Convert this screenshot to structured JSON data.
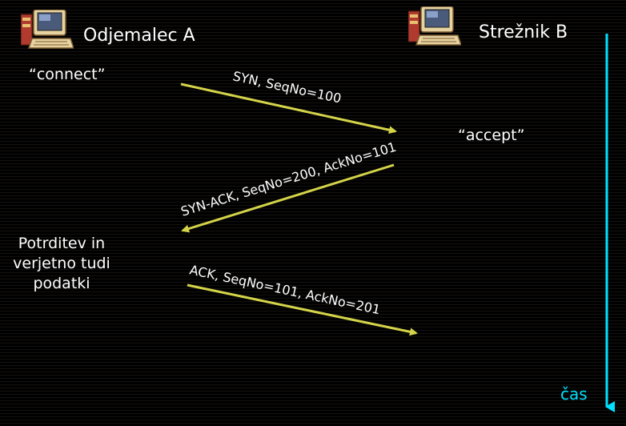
{
  "client": {
    "name": "Odjemalec A",
    "note": "“connect”",
    "ack_note_lines": [
      "Potrditev in",
      "verjetno tudi",
      "podatki"
    ]
  },
  "server": {
    "name": "Strežnik B",
    "note": "“accept”"
  },
  "messages": [
    {
      "text": "SYN, SeqNo=100"
    },
    {
      "text": "SYN-ACK, SeqNo=200, AckNo=101"
    },
    {
      "text": "ACK, SeqNo=101, AckNo=201"
    }
  ],
  "time_axis": {
    "label": "čas",
    "color": "#00e0ff"
  },
  "arrow_color": "#d4d44a",
  "icons": [
    "computer-icon",
    "computer-icon"
  ]
}
